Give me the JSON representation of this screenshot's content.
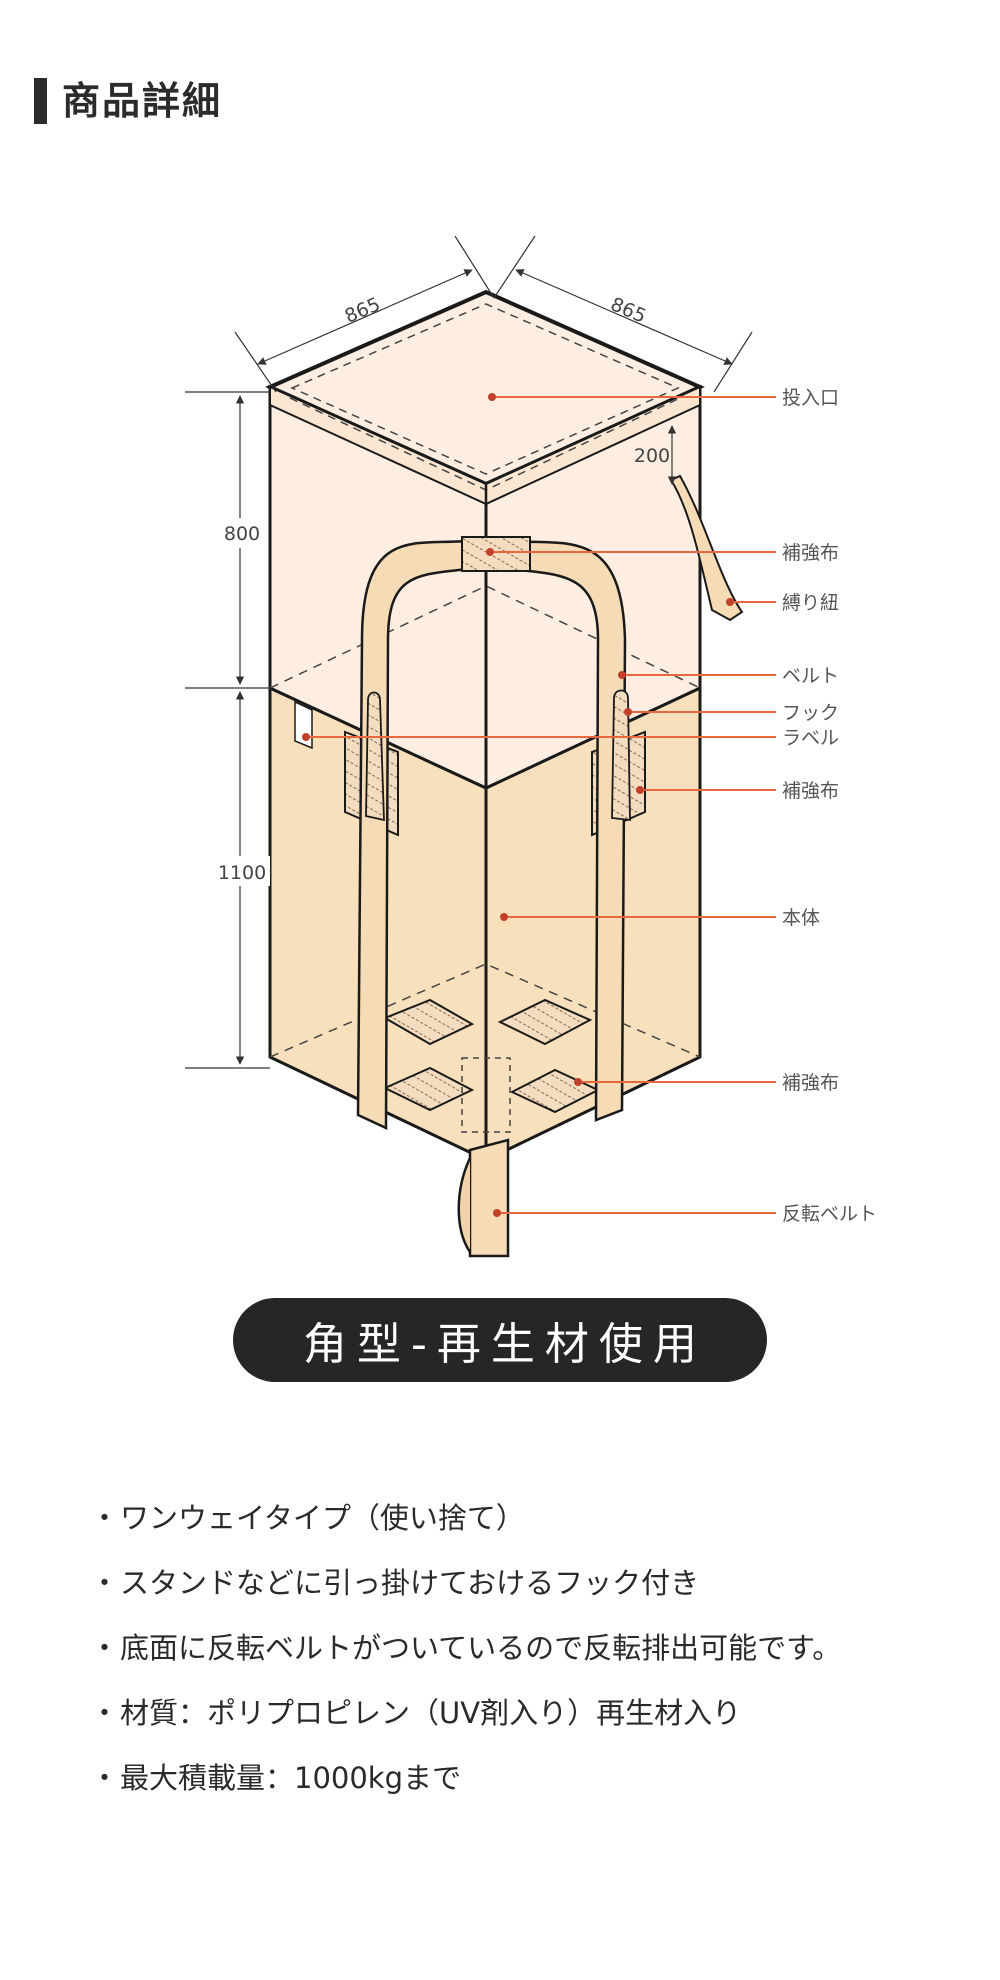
{
  "header": {
    "title": "商品詳細"
  },
  "diagram": {
    "dimensions": {
      "width_left": "865",
      "width_right": "865",
      "top_height": "800",
      "body_height": "1100",
      "inlet_height": "200"
    },
    "labels": [
      "投入口",
      "補強布",
      "縛り紐",
      "ベルト",
      "フック",
      "ラベル",
      "補強布",
      "本体",
      "補強布",
      "反転ベルト"
    ],
    "colors": {
      "upper_body": "#fdeee1",
      "lower_body": "#f7e0bb",
      "belt": "#f6dcb6",
      "outline": "#1a1a1a",
      "leader_line": "#e8683d",
      "leader_dot": "#c2402a"
    }
  },
  "product": {
    "name": "角型-再生材使用"
  },
  "features": [
    "ワンウェイタイプ（使い捨て）",
    "スタンドなどに引っ掛けておけるフック付き",
    "底面に反転ベルトがついているので反転排出可能です。",
    "材質：ポリプロピレン（UV剤入り）再生材入り",
    "最大積載量：1000kgまで"
  ]
}
